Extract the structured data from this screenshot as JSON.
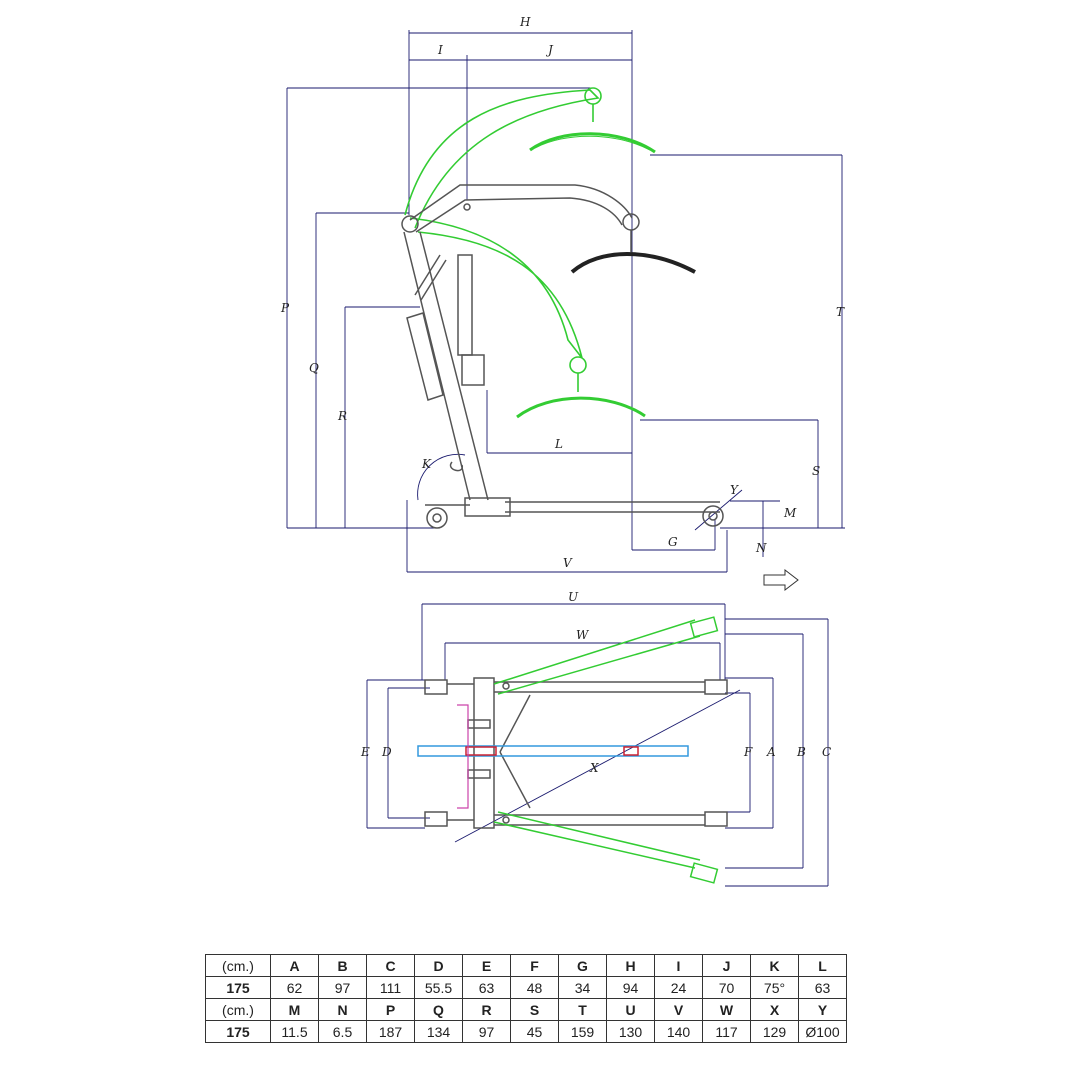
{
  "side_view": {
    "labels": [
      "H",
      "I",
      "J",
      "P",
      "Q",
      "R",
      "L",
      "K",
      "T",
      "S",
      "G",
      "V",
      "M",
      "N",
      "Y"
    ]
  },
  "top_view": {
    "labels": [
      "U",
      "W",
      "E",
      "D",
      "F",
      "A",
      "B",
      "C",
      "X"
    ]
  },
  "table": {
    "rows": [
      {
        "unit": "(cm.)",
        "cells": [
          "A",
          "B",
          "C",
          "D",
          "E",
          "F",
          "G",
          "H",
          "I",
          "J",
          "K",
          "L"
        ]
      },
      {
        "model": "175",
        "cells": [
          "62",
          "97",
          "111",
          "55.5",
          "63",
          "48",
          "34",
          "94",
          "24",
          "70",
          "75°",
          "63"
        ]
      },
      {
        "unit": "(cm.)",
        "cells": [
          "M",
          "N",
          "P",
          "Q",
          "R",
          "S",
          "T",
          "U",
          "V",
          "W",
          "X",
          "Y"
        ]
      },
      {
        "model": "175",
        "cells": [
          "11.5",
          "6.5",
          "187",
          "134",
          "97",
          "45",
          "159",
          "130",
          "140",
          "117",
          "129",
          "Ø100"
        ]
      }
    ]
  },
  "colors": {
    "line": "#1a1a6e",
    "frame": "#555555",
    "green": "#33cc33",
    "blue": "#3399dd",
    "red": "#cc2233",
    "magenta": "#cc44aa"
  }
}
